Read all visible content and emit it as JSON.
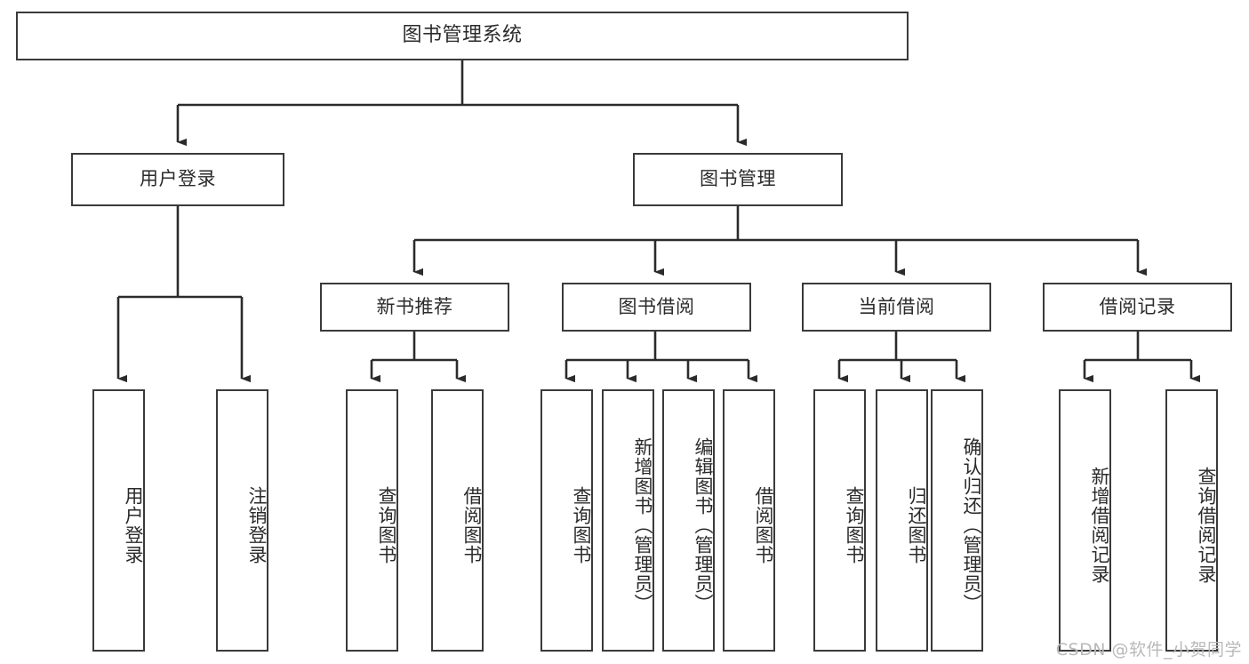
{
  "diagram": {
    "kind": "tree-hierarchy-chart",
    "title": "图书管理系统",
    "watermark": "CSDN @软件_小贺同学",
    "colors": {
      "border": "#3a3a3a",
      "text": "#2b2b2b",
      "background": "#ffffff",
      "edge": "#2b2b2b",
      "watermark": "#b9b9b9"
    }
  },
  "nodes": {
    "root": {
      "label": "图书管理系统"
    },
    "level2": [
      {
        "id": "user-login",
        "label": "用户登录"
      },
      {
        "id": "book-management",
        "label": "图书管理"
      }
    ],
    "level3": [
      {
        "id": "new-book-recommend",
        "label": "新书推荐"
      },
      {
        "id": "book-borrow",
        "label": "图书借阅"
      },
      {
        "id": "current-borrow",
        "label": "当前借阅"
      },
      {
        "id": "borrow-record",
        "label": "借阅记录"
      }
    ],
    "leaves": {
      "user_login": [
        {
          "id": "leaf-user-login",
          "label": "用户登录"
        },
        {
          "id": "leaf-logout-login",
          "label": "注销登录"
        }
      ],
      "new_book_recommend": [
        {
          "id": "leaf-query-book-1",
          "label": "查询图书"
        },
        {
          "id": "leaf-borrow-book-1",
          "label": "借阅图书"
        }
      ],
      "book_borrow": [
        {
          "id": "leaf-query-book-2",
          "label": "查询图书"
        },
        {
          "id": "leaf-add-book",
          "label": "新增图书（管理员）"
        },
        {
          "id": "leaf-edit-book",
          "label": "编辑图书（管理员）"
        },
        {
          "id": "leaf-borrow-book-2",
          "label": "借阅图书"
        }
      ],
      "current_borrow": [
        {
          "id": "leaf-query-book-3",
          "label": "查询图书"
        },
        {
          "id": "leaf-return-book",
          "label": "归还图书"
        },
        {
          "id": "leaf-confirm-return",
          "label": "确认归还（管理员）"
        }
      ],
      "borrow_record": [
        {
          "id": "leaf-add-borrow-record",
          "label": "新增借阅记录"
        },
        {
          "id": "leaf-query-borrow-record",
          "label": "查询借阅记录"
        }
      ]
    }
  },
  "chart_data": {
    "type": "tree",
    "title": "图书管理系统",
    "root": "图书管理系统",
    "edges": [
      [
        "图书管理系统",
        "用户登录"
      ],
      [
        "图书管理系统",
        "图书管理"
      ],
      [
        "用户登录",
        "用户登录"
      ],
      [
        "用户登录",
        "注销登录"
      ],
      [
        "图书管理",
        "新书推荐"
      ],
      [
        "图书管理",
        "图书借阅"
      ],
      [
        "图书管理",
        "当前借阅"
      ],
      [
        "图书管理",
        "借阅记录"
      ],
      [
        "新书推荐",
        "查询图书"
      ],
      [
        "新书推荐",
        "借阅图书"
      ],
      [
        "图书借阅",
        "查询图书"
      ],
      [
        "图书借阅",
        "新增图书（管理员）"
      ],
      [
        "图书借阅",
        "编辑图书（管理员）"
      ],
      [
        "图书借阅",
        "借阅图书"
      ],
      [
        "当前借阅",
        "查询图书"
      ],
      [
        "当前借阅",
        "归还图书"
      ],
      [
        "当前借阅",
        "确认归还（管理员）"
      ],
      [
        "借阅记录",
        "新增借阅记录"
      ],
      [
        "借阅记录",
        "查询借阅记录"
      ]
    ],
    "depth": 4,
    "leaf_count": 13,
    "orientation": "top-down",
    "leaf_text_orientation": "vertical"
  }
}
